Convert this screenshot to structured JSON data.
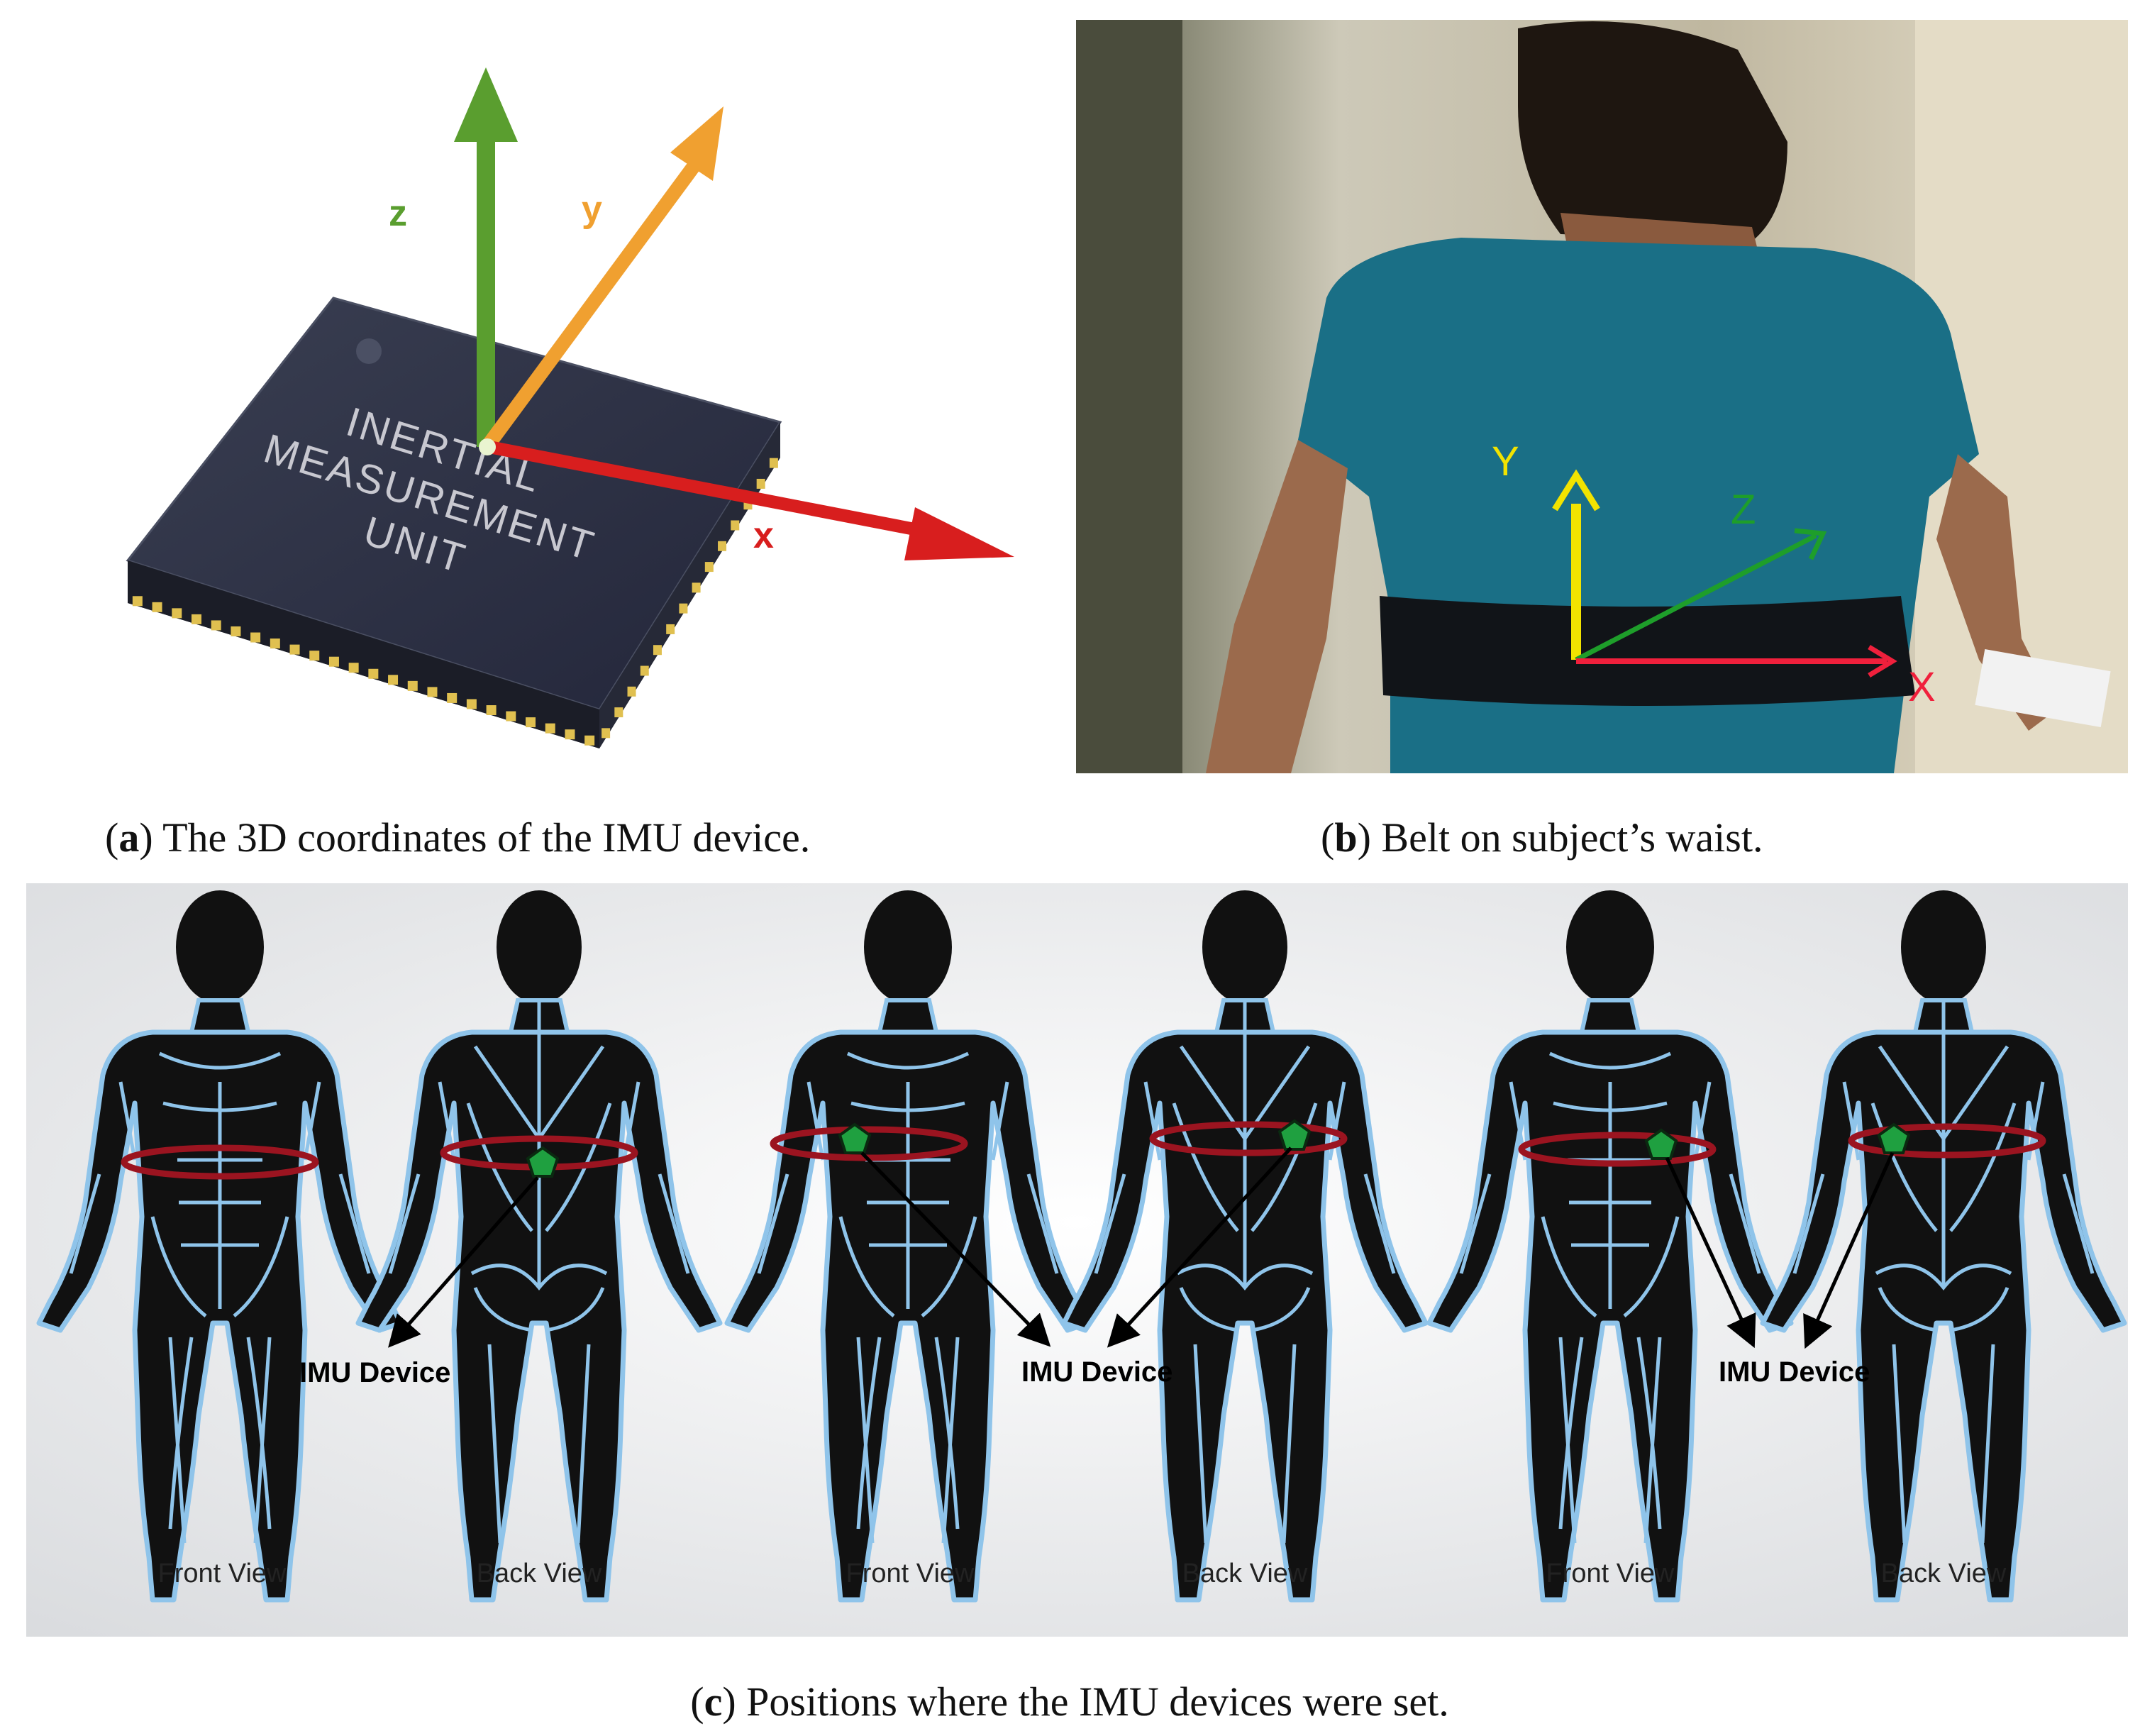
{
  "panel_a": {
    "caption_letter": "a",
    "caption_text": "The 3D coordinates of the IMU device.",
    "chip_lines": [
      "INERTIAL",
      "MEASUREMENT",
      "UNIT"
    ],
    "axes": {
      "z": "z",
      "y": "y",
      "x": "x"
    },
    "colors": {
      "z": "#5a9e2f",
      "y": "#f0a030",
      "x": "#d81e1e",
      "chip": "#2b2f3e",
      "pins": "#e0c050"
    }
  },
  "panel_b": {
    "caption_letter": "b",
    "caption_text": "Belt on subject’s waist.",
    "axes": {
      "y": "Y",
      "z": "Z",
      "x": "X"
    },
    "colors": {
      "y": "#f2e300",
      "z": "#1e9e2a",
      "x": "#f0203c",
      "shirt": "#1a6f86",
      "belt": "#111418"
    }
  },
  "panel_c": {
    "caption_letter": "c",
    "caption_text": "Positions where the IMU devices were set.",
    "groups": [
      {
        "imu_label": "IMU Device",
        "front_label": "Front View",
        "back_label": "Back View"
      },
      {
        "imu_label": "IMU Device",
        "front_label": "Front View",
        "back_label": "Back View"
      },
      {
        "imu_label": "IMU Device",
        "front_label": "Front View",
        "back_label": "Back View"
      }
    ],
    "colors": {
      "body": "#111111",
      "muscle_outline": "#8fc4ea",
      "belt": "#9b1420",
      "device": "#1fa040"
    }
  }
}
